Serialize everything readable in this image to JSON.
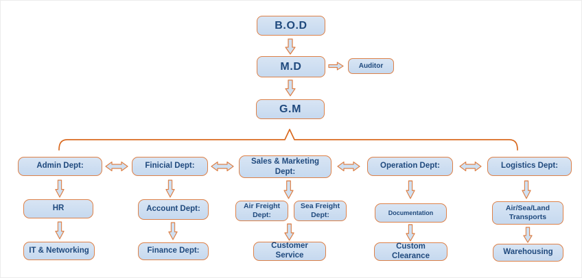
{
  "title": "Company organization chart",
  "colors": {
    "node_fill": "#c9dbf0",
    "node_border": "#dd8047",
    "node_text": "#1f497d",
    "arrow_fill": "#cfe0f2",
    "arrow_border": "#dd8047",
    "brace_line": "#d9691f",
    "page_border": "#ececec"
  },
  "icons": {
    "down_arrow": "block-down-arrow",
    "double_arrow": "block-left-right-arrow",
    "right_arrow": "block-right-arrow",
    "brace": "top-brace-connector"
  },
  "chart": {
    "top": {
      "bod": "B.O.D",
      "md": "M.D",
      "auditor": "Auditor",
      "gm": "G.M"
    },
    "departments": [
      {
        "label": "Admin Dept:",
        "children": [
          {
            "label": "HR"
          },
          {
            "label": "IT & Networking"
          }
        ]
      },
      {
        "label": "Finicial Dept:",
        "children": [
          {
            "label": "Account Dept:"
          },
          {
            "label": "Finance Dept:"
          }
        ]
      },
      {
        "label": "Sales & Marketing Dept:",
        "children": [
          {
            "label": "Air Freight Dept:"
          },
          {
            "label": "Sea Freight Dept:"
          },
          {
            "label": "Customer Service"
          }
        ]
      },
      {
        "label": "Operation Dept:",
        "children": [
          {
            "label": "Documentation"
          },
          {
            "label": "Custom Clearance"
          }
        ]
      },
      {
        "label": "Logistics Dept:",
        "children": [
          {
            "label": "Air/Sea/Land Transports"
          },
          {
            "label": "Warehousing"
          }
        ]
      }
    ]
  }
}
